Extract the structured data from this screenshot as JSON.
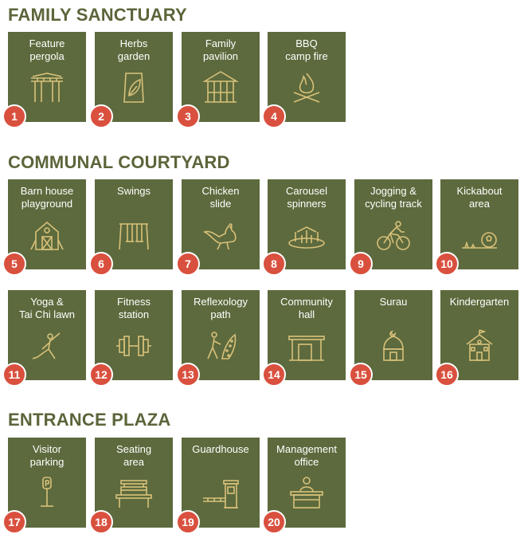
{
  "sections": [
    {
      "title": "FAMILY SANCTUARY",
      "tiles": [
        {
          "number": "1",
          "label": "Feature\npergola",
          "icon": "pergola-icon"
        },
        {
          "number": "2",
          "label": "Herbs\ngarden",
          "icon": "herb-leaf-icon"
        },
        {
          "number": "3",
          "label": "Family\npavilion",
          "icon": "pavilion-icon"
        },
        {
          "number": "4",
          "label": "BBQ\ncamp fire",
          "icon": "campfire-icon"
        }
      ]
    },
    {
      "title": "COMMUNAL COURTYARD",
      "tiles": [
        {
          "number": "5",
          "label": "Barn house\nplayground",
          "icon": "barn-house-icon"
        },
        {
          "number": "6",
          "label": "Swings",
          "icon": "swing-icon"
        },
        {
          "number": "7",
          "label": "Chicken\nslide",
          "icon": "chicken-slide-icon"
        },
        {
          "number": "8",
          "label": "Carousel\nspinners",
          "icon": "carousel-icon"
        },
        {
          "number": "9",
          "label": "Jogging &\ncycling track",
          "icon": "cyclist-icon"
        },
        {
          "number": "10",
          "label": "Kickabout\narea",
          "icon": "soccer-ball-icon"
        },
        {
          "number": "11",
          "label": "Yoga &\nTai Chi lawn",
          "icon": "yoga-pose-icon"
        },
        {
          "number": "12",
          "label": "Fitness\nstation",
          "icon": "dumbbell-icon"
        },
        {
          "number": "13",
          "label": "Reflexology\npath",
          "icon": "reflexology-icon"
        },
        {
          "number": "14",
          "label": "Community\nhall",
          "icon": "hall-icon"
        },
        {
          "number": "15",
          "label": "Surau",
          "icon": "mosque-icon"
        },
        {
          "number": "16",
          "label": "Kindergarten",
          "icon": "schoolhouse-icon"
        }
      ]
    },
    {
      "title": "ENTRANCE PLAZA",
      "tiles": [
        {
          "number": "17",
          "label": "Visitor\nparking",
          "icon": "parking-sign-icon"
        },
        {
          "number": "18",
          "label": "Seating\narea",
          "icon": "bench-icon"
        },
        {
          "number": "19",
          "label": "Guardhouse",
          "icon": "guardhouse-icon"
        },
        {
          "number": "20",
          "label": "Management\noffice",
          "icon": "reception-desk-icon"
        }
      ]
    }
  ],
  "colors": {
    "heading": "#5b653a",
    "tile_background": "#5d6a3d",
    "icon_line": "#d8c17a",
    "badge": "#d9503e"
  }
}
